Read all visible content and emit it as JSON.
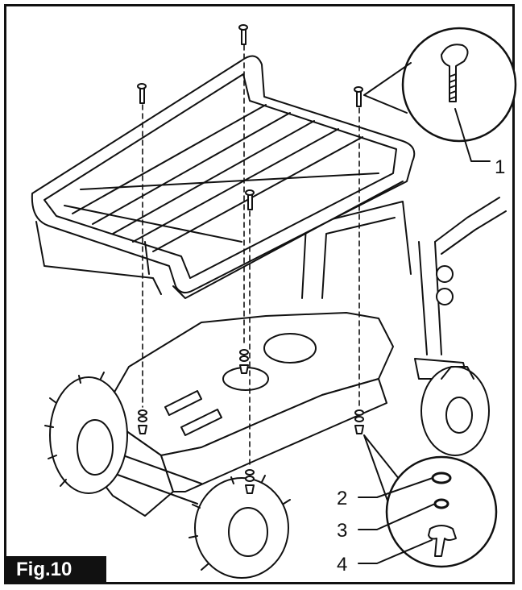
{
  "figure": {
    "label": "Fig.10"
  },
  "callouts": [
    {
      "number": "1",
      "part": "bolt"
    },
    {
      "number": "2",
      "part": "flat-washer"
    },
    {
      "number": "3",
      "part": "lock-washer"
    },
    {
      "number": "4",
      "part": "wing-nut"
    }
  ],
  "colors": {
    "line": "#111111",
    "background": "#ffffff",
    "label_bg": "#111111",
    "label_text": "#ffffff"
  }
}
